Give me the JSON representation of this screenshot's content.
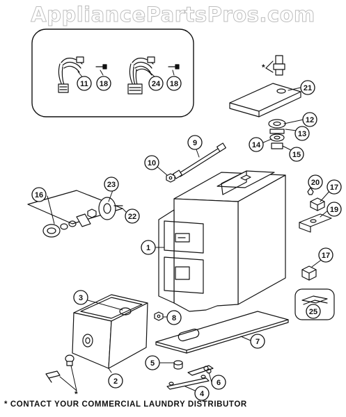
{
  "watermark": "AppliancePartsPros.com",
  "footnote": "* CONTACT YOUR COMMERCIAL LAUNDRY DISTRIBUTOR",
  "asterisk": "*",
  "callouts": [
    {
      "id": "c11",
      "label": "11"
    },
    {
      "id": "c18a",
      "label": "18"
    },
    {
      "id": "c24",
      "label": "24"
    },
    {
      "id": "c18b",
      "label": "18"
    },
    {
      "id": "c21",
      "label": "21"
    },
    {
      "id": "c12",
      "label": "12"
    },
    {
      "id": "c13",
      "label": "13"
    },
    {
      "id": "c14",
      "label": "14"
    },
    {
      "id": "c15",
      "label": "15"
    },
    {
      "id": "c9",
      "label": "9"
    },
    {
      "id": "c10",
      "label": "10"
    },
    {
      "id": "c23",
      "label": "23"
    },
    {
      "id": "c16",
      "label": "16"
    },
    {
      "id": "c22",
      "label": "22"
    },
    {
      "id": "c20",
      "label": "20"
    },
    {
      "id": "c17a",
      "label": "17"
    },
    {
      "id": "c19",
      "label": "19"
    },
    {
      "id": "c1",
      "label": "1"
    },
    {
      "id": "c17b",
      "label": "17"
    },
    {
      "id": "c25",
      "label": "25"
    },
    {
      "id": "c3",
      "label": "3"
    },
    {
      "id": "c8",
      "label": "8"
    },
    {
      "id": "c7",
      "label": "7"
    },
    {
      "id": "c5",
      "label": "5"
    },
    {
      "id": "c6",
      "label": "6"
    },
    {
      "id": "c2",
      "label": "2"
    },
    {
      "id": "c4",
      "label": "4"
    }
  ]
}
